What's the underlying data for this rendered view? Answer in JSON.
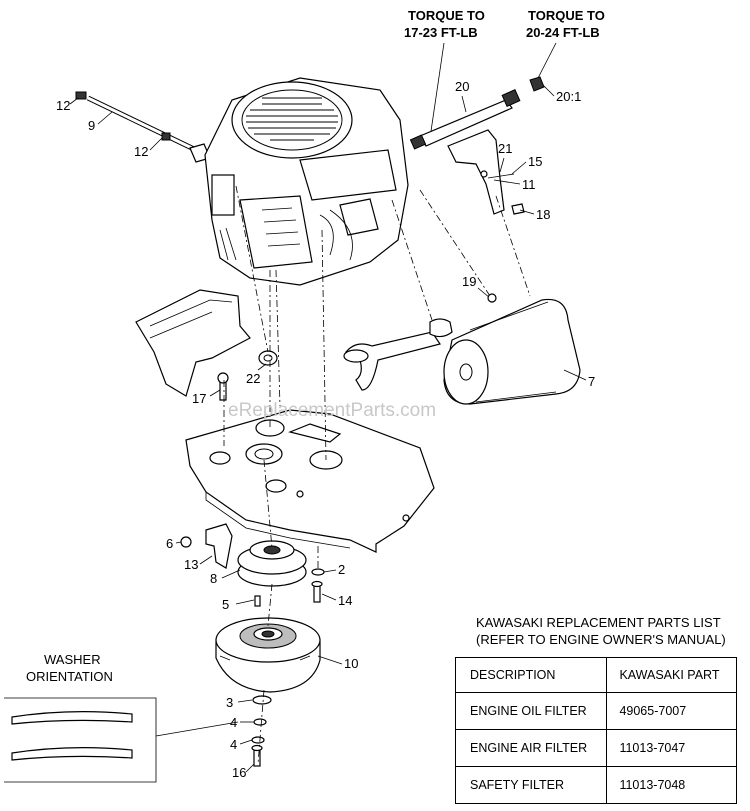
{
  "torque_notes": [
    {
      "line1": "TORQUE TO",
      "line2": "17-23 FT-LB"
    },
    {
      "line1": "TORQUE TO",
      "line2": "20-24 FT-LB"
    }
  ],
  "callouts": {
    "c12a": "12",
    "c9": "9",
    "c12b": "12",
    "c20": "20",
    "c20_1": "20:1",
    "c21": "21",
    "c15": "15",
    "c11": "11",
    "c18": "18",
    "c19": "19",
    "c7": "7",
    "c22": "22",
    "c17": "17",
    "c6": "6",
    "c13": "13",
    "c8": "8",
    "c2": "2",
    "c5": "5",
    "c14": "14",
    "c10": "10",
    "c3": "3",
    "c4a": "4",
    "c4b": "4",
    "c16": "16"
  },
  "watermark": "eReplacementParts.com",
  "washer_label": {
    "line1": "WASHER",
    "line2": "ORIENTATION"
  },
  "parts_list": {
    "title_line1": "KAWASAKI REPLACEMENT PARTS LIST",
    "title_line2": "(REFER TO ENGINE OWNER'S MANUAL)",
    "headers": [
      "DESCRIPTION",
      "KAWASAKI PART"
    ],
    "rows": [
      [
        "ENGINE OIL FILTER",
        "49065-7007"
      ],
      [
        "ENGINE AIR FILTER",
        "11013-7047"
      ],
      [
        "SAFETY FILTER",
        "11013-7048"
      ]
    ]
  }
}
